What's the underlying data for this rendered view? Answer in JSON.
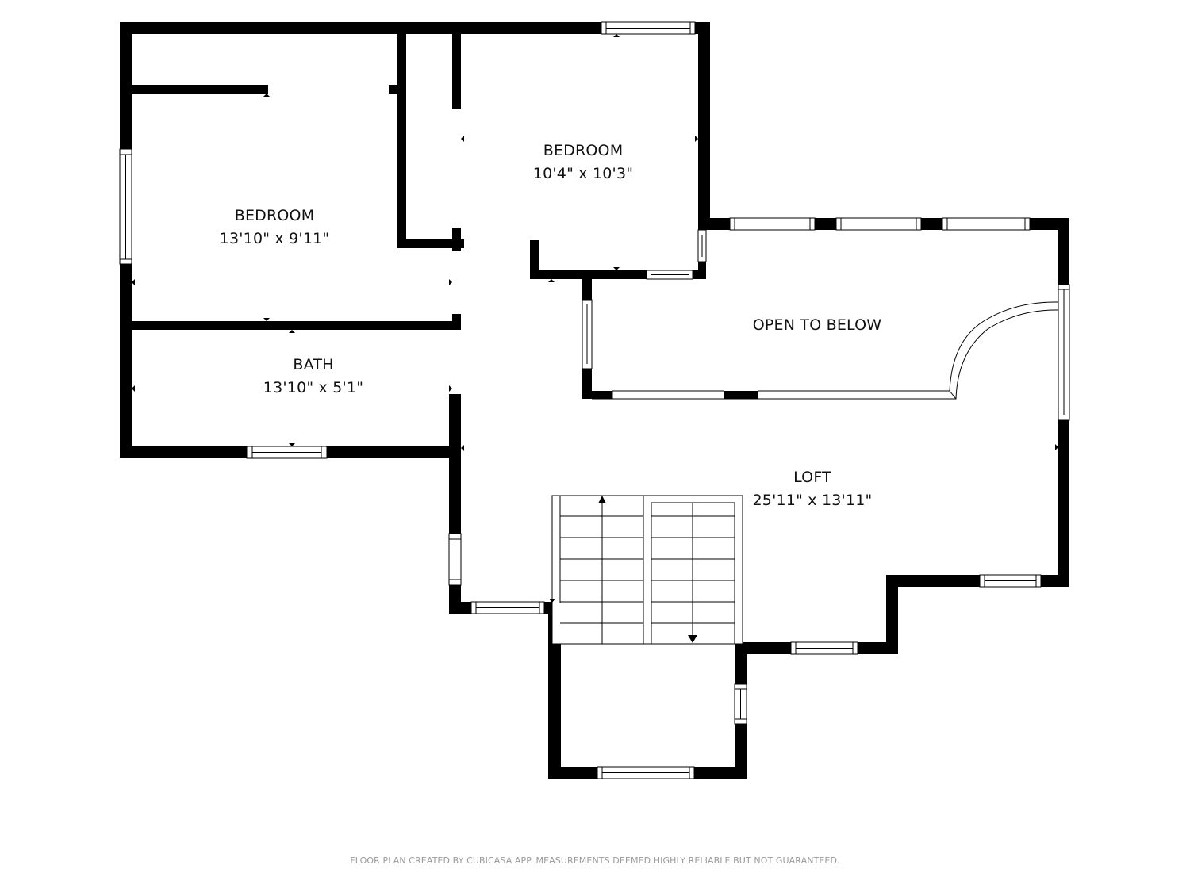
{
  "rooms": [
    {
      "id": "bedroom-1",
      "name": "BEDROOM",
      "dimensions": "13'10\" x 9'11\""
    },
    {
      "id": "bedroom-2",
      "name": "BEDROOM",
      "dimensions": "10'4\" x 10'3\""
    },
    {
      "id": "bath",
      "name": "BATH",
      "dimensions": "13'10\" x 5'1\""
    },
    {
      "id": "open-to-below",
      "name": "OPEN TO BELOW",
      "dimensions": ""
    },
    {
      "id": "loft",
      "name": "LOFT",
      "dimensions": "25'11\" x 13'11\""
    }
  ],
  "stairs": {
    "treads_per_flight": 7,
    "up_arrow": "arrow-up-icon",
    "down_arrow": "arrow-down-icon"
  },
  "colors": {
    "wall": "#000000",
    "background": "#ffffff",
    "window": "#ffffff",
    "footer_text": "#9a9a9a"
  },
  "footer": {
    "disclaimer": "FLOOR PLAN CREATED BY CUBICASA APP. MEASUREMENTS DEEMED HIGHLY RELIABLE BUT NOT GUARANTEED."
  }
}
